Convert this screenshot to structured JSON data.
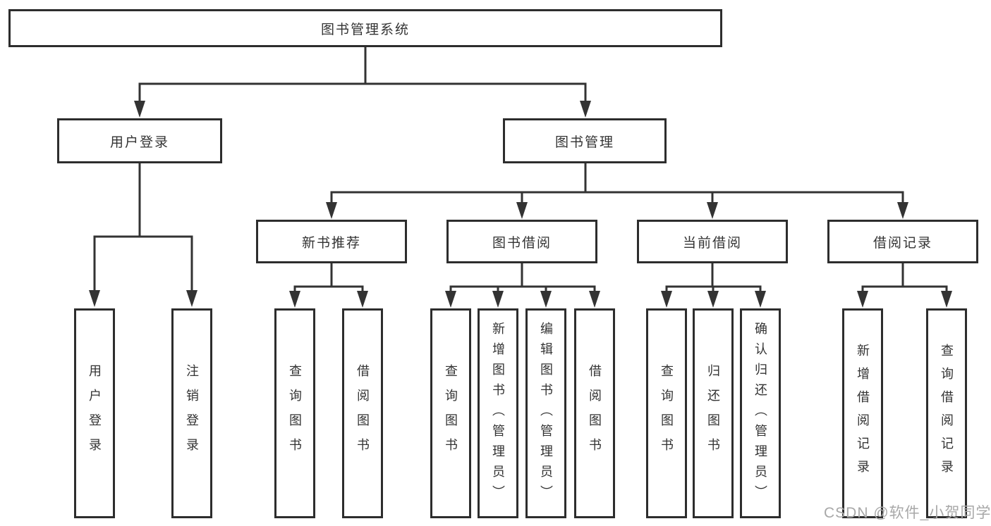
{
  "diagram": {
    "title": "图书管理系统",
    "colors": {
      "line": "#333333",
      "box_border": "#2d2d2d",
      "box_fill": "#ffffff",
      "text": "#333333",
      "watermark_text": "#a8a8a8",
      "background": "#ffffff"
    },
    "root": {
      "label": "图书管理系统"
    },
    "level2": {
      "user_login": {
        "label": "用户登录"
      },
      "book_mgmt": {
        "label": "图书管理"
      }
    },
    "level3": {
      "new_book_rec": {
        "label": "新书推荐",
        "parent": "图书管理"
      },
      "book_borrow": {
        "label": "图书借阅",
        "parent": "图书管理"
      },
      "current_borrow": {
        "label": "当前借阅",
        "parent": "图书管理"
      },
      "borrow_records": {
        "label": "借阅记录",
        "parent": "图书管理"
      }
    },
    "leaves": {
      "a1": {
        "label": "用户登录",
        "parent": "用户登录"
      },
      "a2": {
        "label": "注销登录",
        "parent": "用户登录"
      },
      "b1": {
        "label": "查询图书",
        "parent": "新书推荐"
      },
      "b2": {
        "label": "借阅图书",
        "parent": "新书推荐"
      },
      "c1": {
        "label": "查询图书",
        "parent": "图书借阅"
      },
      "c2": {
        "label": "新增图书（管理员）",
        "parent": "图书借阅"
      },
      "c3": {
        "label": "编辑图书（管理员）",
        "parent": "图书借阅"
      },
      "c4": {
        "label": "借阅图书",
        "parent": "图书借阅"
      },
      "d1": {
        "label": "查询图书",
        "parent": "当前借阅"
      },
      "d2": {
        "label": "归还图书",
        "parent": "当前借阅"
      },
      "d3": {
        "label": "确认归还（管理员）",
        "parent": "当前借阅"
      },
      "e1": {
        "label": "新增借阅记录",
        "parent": "借阅记录"
      },
      "e2": {
        "label": "查询借阅记录",
        "parent": "借阅记录"
      }
    }
  },
  "watermark": {
    "text": "CSDN @软件_小贺同学"
  }
}
